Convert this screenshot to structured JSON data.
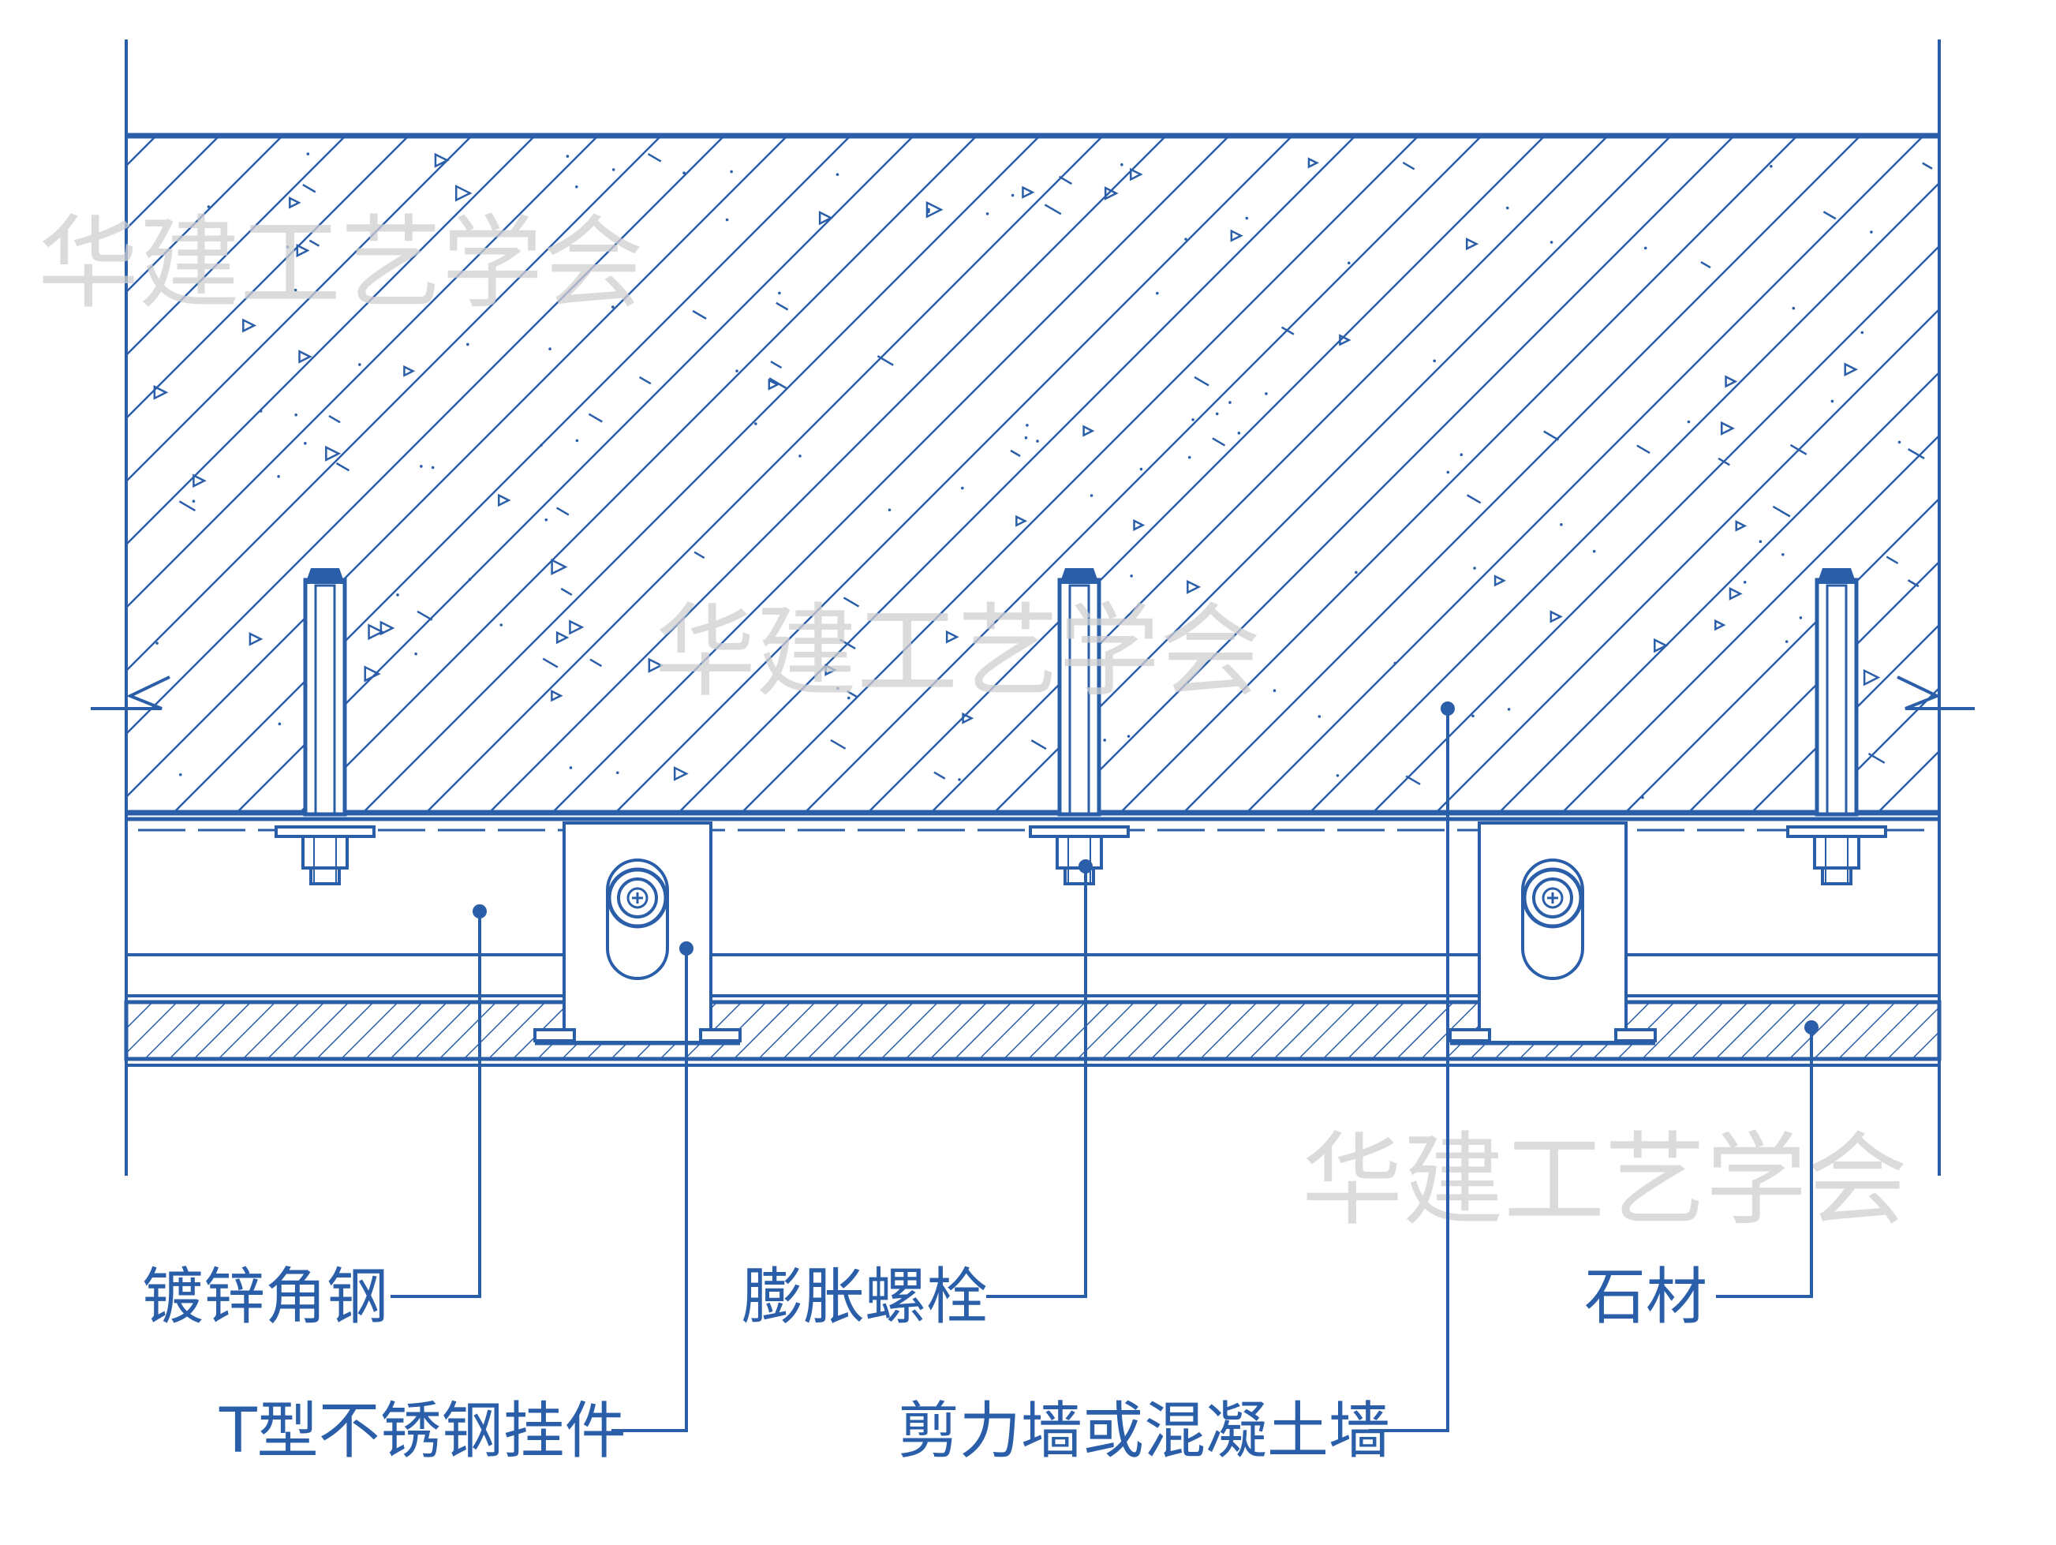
{
  "watermark": "华建工艺学会",
  "colors": {
    "line": "#2a5ea8",
    "hatch": "#2a5ea8",
    "fill": "#ffffff",
    "watermark": "#cfcfcf"
  },
  "labels": {
    "galvanized_angle": "镀锌角钢",
    "t_hanger": "T型不锈钢挂件",
    "expansion_bolt": "膨胀螺栓",
    "concrete_wall": "剪力墙或混凝土墙",
    "stone": "石材"
  }
}
